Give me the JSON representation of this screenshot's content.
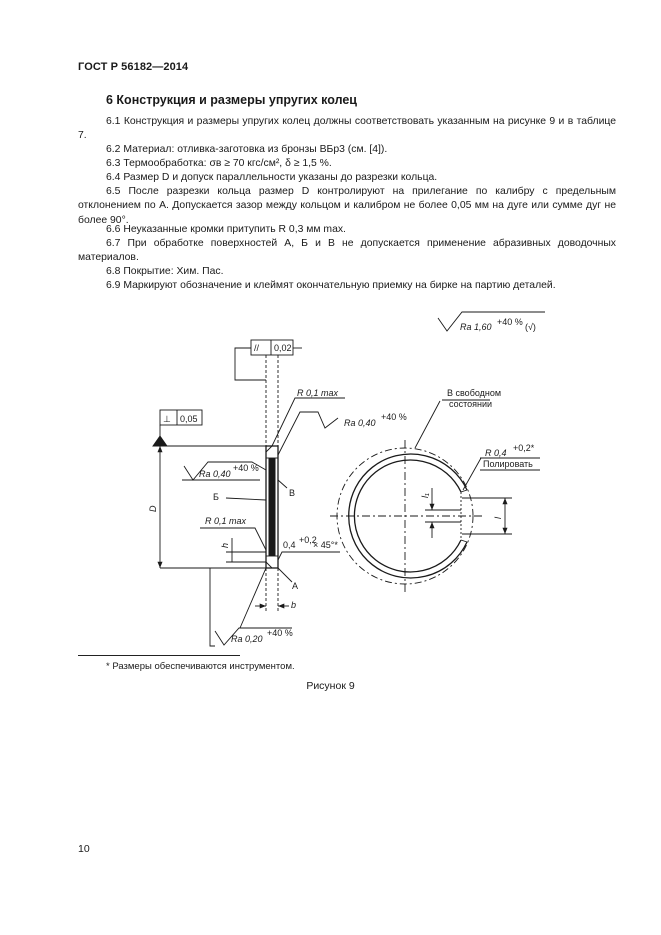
{
  "header": {
    "doc_id": "ГОСТ Р 56182—2014"
  },
  "section": {
    "title": "6 Конструкция и размеры упругих колец"
  },
  "paragraphs": [
    "6.1 Конструкция и размеры упругих колец должны соответствовать указанным на рисунке 9 и в таблице 7.",
    "6.2 Материал: отливка-заготовка из бронзы ВБр3 (см. [4]).",
    "6.3 Термообработка: σв ≥ 70 кгс/см², δ ≥ 1,5 %.",
    "6.4 Размер D и допуск параллельности указаны до разрезки кольца.",
    "6.5 После разрезки кольца размер D контролируют на прилегание по калибру с предельным отклонением по А. Допускается зазор между кольцом и калибром не более 0,05 мм на дуге или сумме дуг не более 90°.",
    "6.6 Неуказанные кромки притупить R 0,3 мм max.",
    "6.7 При обработке поверхностей А, Б и В не допускается применение абразивных доводочных материалов.",
    "6.8 Покрытие: Хим. Пас.",
    "6.9 Маркируют обозначение и клеймят окончательную приемку на бирке на партию деталей."
  ],
  "figure": {
    "rough_general": "Ra 1,60",
    "rough_general_tol": "+40 %",
    "rough_general_paren": "(√)",
    "parallel_symbol": "//",
    "parallel_value": "0,02",
    "perp_symbol": "⊥",
    "perp_value": "0,05",
    "r_top": "R 0,1 max",
    "r_bottom": "R 0,1 max",
    "ra_right": "Ra 0,40",
    "ra_right_tol": "+40 %",
    "ra_left": "Ra 0,40",
    "ra_left_tol": "+40 %",
    "ra_bottom": "Ra 0,20",
    "ra_bottom_tol": "+40 %",
    "label_D": "D",
    "label_B_cyr": "Б",
    "label_V_cyr": "В",
    "label_A_cyr": "А",
    "label_h": "h",
    "label_b": "b",
    "label_l": "l",
    "label_l1": "l₁",
    "chamfer_value": "0,4",
    "chamfer_tol": "+0,2",
    "chamfer_angle": "× 45°*",
    "free_state": [
      "В свободном",
      "состоянии"
    ],
    "r_polish": "R 0,4",
    "r_polish_tol": "+0,2*",
    "polish": "Полировать"
  },
  "footnote": "* Размеры обеспечиваются инструментом.",
  "caption": "Рисунок 9",
  "page_number": "10"
}
